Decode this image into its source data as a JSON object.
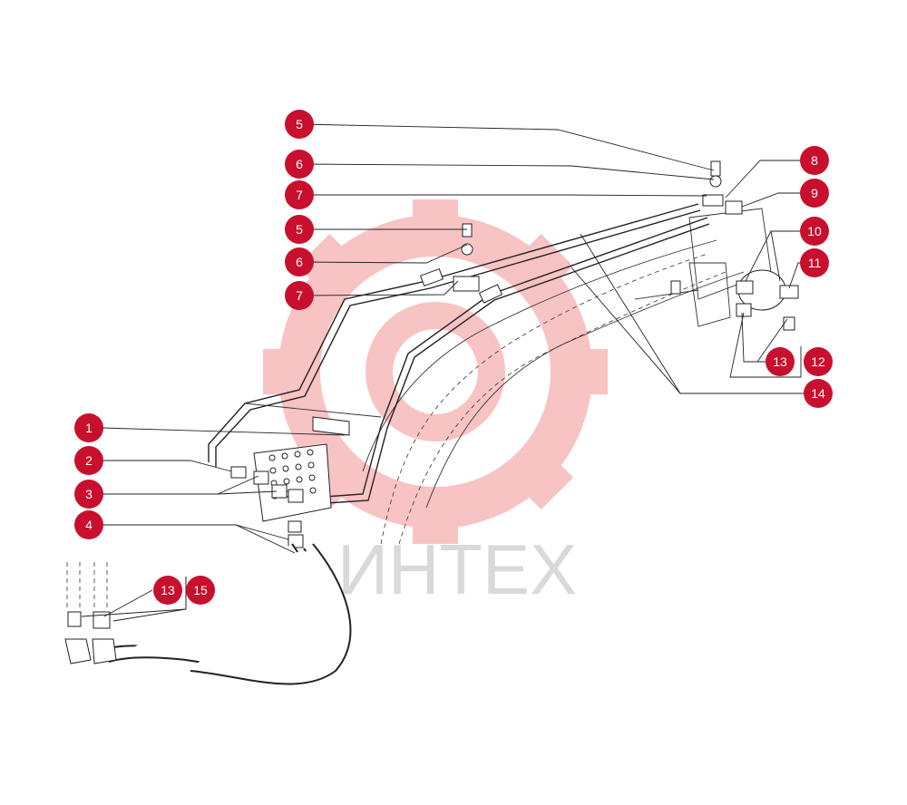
{
  "watermark": {
    "text": "ИНТЕХ",
    "gear_color": "#f7b9b9"
  },
  "callout_color": "#c8102e",
  "callouts": [
    {
      "label": "5"
    },
    {
      "label": "6"
    },
    {
      "label": "7"
    },
    {
      "label": "5"
    },
    {
      "label": "6"
    },
    {
      "label": "7"
    },
    {
      "label": "8"
    },
    {
      "label": "9"
    },
    {
      "label": "10"
    },
    {
      "label": "11"
    },
    {
      "label": "12"
    },
    {
      "label": "13"
    },
    {
      "label": "14"
    },
    {
      "label": "1"
    },
    {
      "label": "2"
    },
    {
      "label": "3"
    },
    {
      "label": "4"
    },
    {
      "label": "13"
    },
    {
      "label": "15"
    }
  ]
}
